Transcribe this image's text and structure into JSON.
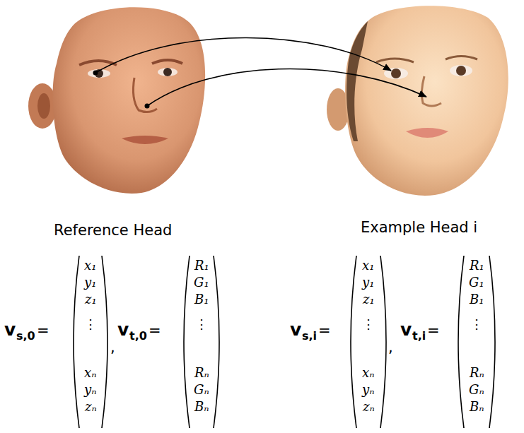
{
  "diagram": {
    "labels": [
      "Reference Head",
      "Example Head i",
      "v",
      "s,0",
      "=",
      "x₁",
      "y₁",
      "z₁",
      "⋮",
      "xₙ",
      "yₙ",
      "zₙ",
      ",",
      "v",
      "t,0",
      "=",
      "R₁",
      "G₁",
      "B₁",
      "⋮",
      "Rₙ",
      "Gₙ",
      "Bₙ",
      "v",
      "s,i",
      "=",
      "x₁",
      "y₁",
      "z₁",
      "⋮",
      "xₙ",
      "yₙ",
      "zₙ",
      ",",
      "v",
      "t,i",
      "=",
      "R₁",
      "G₁",
      "B₁",
      "⋮",
      "Rₙ",
      "Gₙ",
      "Bₙ"
    ]
  }
}
